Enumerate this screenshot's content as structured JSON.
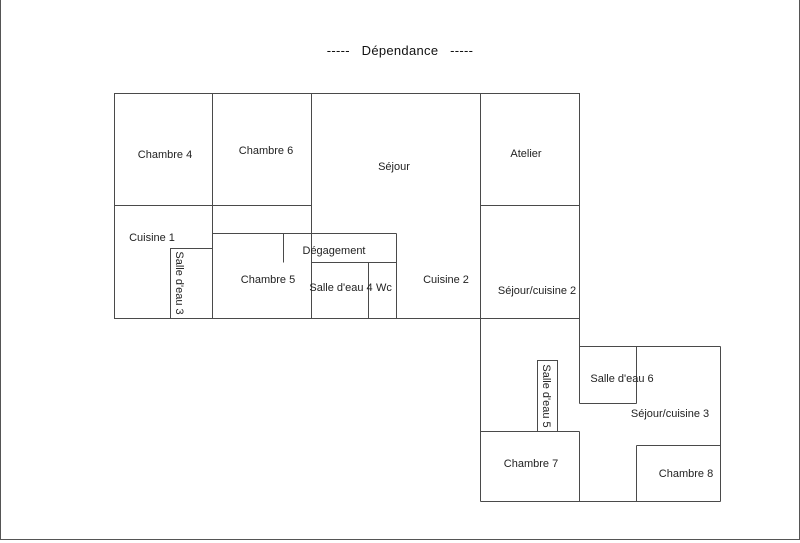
{
  "title": {
    "prefix": "-----",
    "text": "Dépendance",
    "suffix": "-----"
  },
  "plan": {
    "stroke_color": "#4a4a4a",
    "rooms": [
      {
        "id": "chambre-4",
        "label": "Chambre 4"
      },
      {
        "id": "chambre-6",
        "label": "Chambre 6"
      },
      {
        "id": "sejour",
        "label": "Séjour"
      },
      {
        "id": "atelier",
        "label": "Atelier"
      },
      {
        "id": "cuisine-1",
        "label": "Cuisine 1"
      },
      {
        "id": "salle-deau-3",
        "label": "Salle d'eau 3"
      },
      {
        "id": "degagement",
        "label": "Dégagement"
      },
      {
        "id": "chambre-5",
        "label": "Chambre 5"
      },
      {
        "id": "salle-deau-4",
        "label": "Salle d'eau 4"
      },
      {
        "id": "wc",
        "label": "Wc"
      },
      {
        "id": "cuisine-2",
        "label": "Cuisine 2"
      },
      {
        "id": "sejour-cuisine-2",
        "label": "Séjour/cuisine 2"
      },
      {
        "id": "salle-deau-5",
        "label": "Salle d'eau 5"
      },
      {
        "id": "salle-deau-6",
        "label": "Salle d'eau 6"
      },
      {
        "id": "sejour-cuisine-3",
        "label": "Séjour/cuisine 3"
      },
      {
        "id": "chambre-7",
        "label": "Chambre 7"
      },
      {
        "id": "chambre-8",
        "label": "Chambre 8"
      }
    ]
  }
}
